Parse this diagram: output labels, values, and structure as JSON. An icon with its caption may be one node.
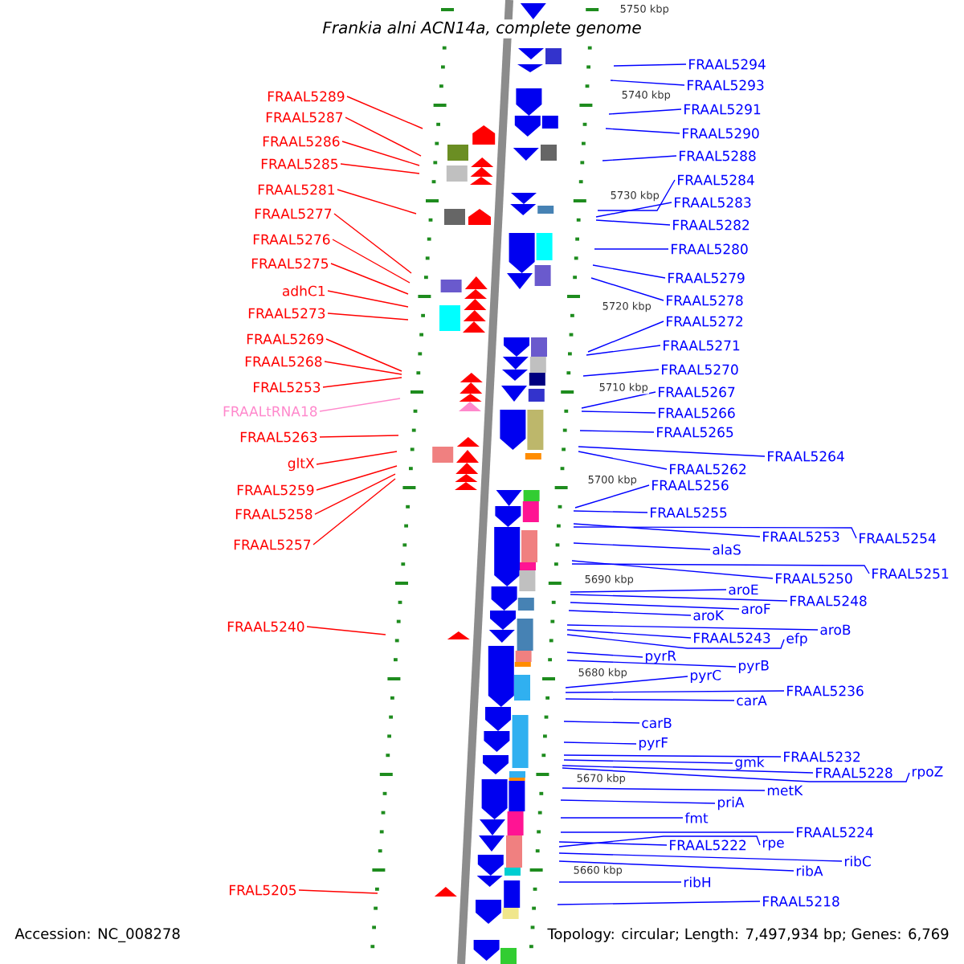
{
  "diagram": {
    "title": "Frankia alni ACN14a, complete genome",
    "nodes": [
      {
        "text": [
          "FRAAL5289"
        ]
      },
      {
        "text": [
          "FRAAL5287"
        ]
      },
      {
        "text": [
          "FRAAL5286"
        ]
      },
      {
        "text": [
          "FRAAL5285"
        ]
      },
      {
        "text": [
          "FRAAL5281"
        ]
      },
      {
        "text": [
          "FRAAL5277"
        ]
      },
      {
        "text": [
          "FRAAL5276"
        ]
      },
      {
        "text": [
          "FRAAL5275"
        ]
      },
      {
        "text": [
          "adhC1"
        ]
      },
      {
        "text": [
          "FRAAL5273"
        ]
      },
      {
        "text": [
          "FRAAL5269"
        ]
      },
      {
        "text": [
          "FRAAL5268"
        ]
      },
      {
        "text": [
          "FRAL5253"
        ]
      },
      {
        "text": [
          "FRAALtRNA18"
        ]
      },
      {
        "text": [
          "FRAAL5263"
        ]
      },
      {
        "text": [
          "gltX"
        ]
      },
      {
        "text": [
          "FRAAL5259"
        ]
      },
      {
        "text": [
          "FRAAL5258"
        ]
      },
      {
        "text": [
          "FRAAL5257"
        ]
      },
      {
        "text": [
          "FRAAL5240"
        ]
      },
      {
        "text": [
          "FRAL5205"
        ]
      },
      {
        "text": [
          "FRAAL5294"
        ]
      },
      {
        "text": [
          "FRAAL5293"
        ]
      },
      {
        "text": [
          "FRAAL5291"
        ]
      },
      {
        "text": [
          "FRAAL5290"
        ]
      },
      {
        "text": [
          "FRAAL5288"
        ]
      },
      {
        "text": [
          "FRAAL5284"
        ]
      },
      {
        "text": [
          "FRAAL5283"
        ]
      },
      {
        "text": [
          "FRAAL5282"
        ]
      },
      {
        "text": [
          "FRAAL5280"
        ]
      },
      {
        "text": [
          "FRAAL5279"
        ]
      },
      {
        "text": [
          "FRAAL5278"
        ]
      },
      {
        "text": [
          "FRAAL5272"
        ]
      },
      {
        "text": [
          "FRAAL5271"
        ]
      },
      {
        "text": [
          "FRAAL5270"
        ]
      },
      {
        "text": [
          "FRAAL5267"
        ]
      },
      {
        "text": [
          "FRAAL5266"
        ]
      },
      {
        "text": [
          "FRAAL5265"
        ]
      },
      {
        "text": [
          "FRAAL5264"
        ]
      },
      {
        "text": [
          "FRAAL5262"
        ]
      },
      {
        "text": [
          "FRAAL5256"
        ]
      },
      {
        "text": [
          "FRAAL5255"
        ]
      },
      {
        "text": [
          "FRAAL5253"
        ]
      },
      {
        "text": [
          "FRAAL5254"
        ]
      },
      {
        "text": [
          "alaS"
        ]
      },
      {
        "text": [
          "FRAAL5250"
        ]
      },
      {
        "text": [
          "FRAAL5251"
        ]
      },
      {
        "text": [
          "aroE"
        ]
      },
      {
        "text": [
          "FRAAL5248"
        ]
      },
      {
        "text": [
          "aroF"
        ]
      },
      {
        "text": [
          "aroK"
        ]
      },
      {
        "text": [
          "aroB"
        ]
      },
      {
        "text": [
          "FRAAL5243"
        ]
      },
      {
        "text": [
          "efp"
        ]
      },
      {
        "text": [
          "pyrR"
        ]
      },
      {
        "text": [
          "pyrB"
        ]
      },
      {
        "text": [
          "pyrC"
        ]
      },
      {
        "text": [
          "FRAAL5236"
        ]
      },
      {
        "text": [
          "carA"
        ]
      },
      {
        "text": [
          "carB"
        ]
      },
      {
        "text": [
          "pyrF"
        ]
      },
      {
        "text": [
          "FRAAL5232"
        ]
      },
      {
        "text": [
          "gmk"
        ]
      },
      {
        "text": [
          "FRAAL5228"
        ]
      },
      {
        "text": [
          "rpoZ"
        ]
      },
      {
        "text": [
          "metK"
        ]
      },
      {
        "text": [
          "priA"
        ]
      },
      {
        "text": [
          "fmt"
        ]
      },
      {
        "text": [
          "FRAAL5224"
        ]
      },
      {
        "text": [
          "FRAAL5222"
        ]
      },
      {
        "text": [
          "rpe"
        ]
      },
      {
        "text": [
          "ribC"
        ]
      },
      {
        "text": [
          "ribA"
        ]
      },
      {
        "text": [
          "ribH"
        ]
      },
      {
        "text": [
          "FRAAL5218"
        ]
      }
    ],
    "edges": [
      {
        "from": 0,
        "to": null,
        "arrow": "none",
        "color": "#ff0000"
      },
      {
        "from": 1,
        "to": null,
        "arrow": "none",
        "color": "#ff0000"
      },
      {
        "from": 2,
        "to": null,
        "arrow": "none",
        "color": "#ff0000"
      },
      {
        "from": 3,
        "to": null,
        "arrow": "none",
        "color": "#ff0000"
      },
      {
        "from": 4,
        "to": null,
        "arrow": "none",
        "color": "#ff0000"
      },
      {
        "from": 5,
        "to": null,
        "arrow": "none",
        "color": "#ff0000"
      },
      {
        "from": 6,
        "to": null,
        "arrow": "none",
        "color": "#ff0000"
      },
      {
        "from": 7,
        "to": null,
        "arrow": "none",
        "color": "#ff0000"
      },
      {
        "from": 8,
        "to": null,
        "arrow": "none",
        "color": "#ff0000"
      },
      {
        "from": 9,
        "to": null,
        "arrow": "none",
        "color": "#ff0000"
      },
      {
        "from": 10,
        "to": null,
        "arrow": "none",
        "color": "#ff0000"
      },
      {
        "from": 11,
        "to": null,
        "arrow": "none",
        "color": "#ff0000"
      },
      {
        "from": 12,
        "to": null,
        "arrow": "none",
        "color": "#ff0000"
      },
      {
        "from": 13,
        "to": null,
        "arrow": "none",
        "color": "#ff88cc"
      },
      {
        "from": 14,
        "to": null,
        "arrow": "none",
        "color": "#ff0000"
      },
      {
        "from": 15,
        "to": null,
        "arrow": "none",
        "color": "#ff0000"
      },
      {
        "from": 16,
        "to": null,
        "arrow": "none",
        "color": "#ff0000"
      },
      {
        "from": 17,
        "to": null,
        "arrow": "none",
        "color": "#ff0000"
      },
      {
        "from": 18,
        "to": null,
        "arrow": "none",
        "color": "#ff0000"
      },
      {
        "from": 19,
        "to": null,
        "arrow": "none",
        "color": "#ff0000"
      },
      {
        "from": 20,
        "to": null,
        "arrow": "none",
        "color": "#ff0000"
      },
      {
        "from": 21,
        "to": null,
        "arrow": "none"
      },
      {
        "from": 22,
        "to": null,
        "arrow": "none"
      },
      {
        "from": 23,
        "to": null,
        "arrow": "none"
      },
      {
        "from": 24,
        "to": null,
        "arrow": "none"
      },
      {
        "from": 25,
        "to": null,
        "arrow": "none"
      },
      {
        "from": 26,
        "to": null,
        "arrow": "none"
      },
      {
        "from": 27,
        "to": null,
        "arrow": "none"
      },
      {
        "from": 28,
        "to": null,
        "arrow": "none"
      },
      {
        "from": 29,
        "to": null,
        "arrow": "none"
      },
      {
        "from": 30,
        "to": null,
        "arrow": "none"
      },
      {
        "from": 31,
        "to": null,
        "arrow": "none"
      },
      {
        "from": 32,
        "to": null,
        "arrow": "none"
      },
      {
        "from": 33,
        "to": null,
        "arrow": "none"
      },
      {
        "from": 34,
        "to": null,
        "arrow": "none"
      },
      {
        "from": 35,
        "to": null,
        "arrow": "none"
      },
      {
        "from": 36,
        "to": null,
        "arrow": "none"
      },
      {
        "from": 37,
        "to": null,
        "arrow": "none"
      },
      {
        "from": 38,
        "to": null,
        "arrow": "none"
      },
      {
        "from": 39,
        "to": null,
        "arrow": "none"
      },
      {
        "from": 40,
        "to": null,
        "arrow": "none"
      },
      {
        "from": 41,
        "to": null,
        "arrow": "none"
      },
      {
        "from": 42,
        "to": null,
        "arrow": "none"
      },
      {
        "from": 43,
        "to": null,
        "arrow": "none"
      },
      {
        "from": 44,
        "to": null,
        "arrow": "none"
      },
      {
        "from": 45,
        "to": null,
        "arrow": "none"
      },
      {
        "from": 46,
        "to": null,
        "arrow": "none"
      },
      {
        "from": 47,
        "to": null,
        "arrow": "none"
      },
      {
        "from": 48,
        "to": null,
        "arrow": "none"
      },
      {
        "from": 49,
        "to": null,
        "arrow": "none"
      },
      {
        "from": 50,
        "to": null,
        "arrow": "none"
      },
      {
        "from": 51,
        "to": null,
        "arrow": "none"
      },
      {
        "from": 52,
        "to": null,
        "arrow": "none"
      },
      {
        "from": 53,
        "to": null,
        "arrow": "none"
      },
      {
        "from": 54,
        "to": null,
        "arrow": "none"
      },
      {
        "from": 55,
        "to": null,
        "arrow": "none"
      },
      {
        "from": 56,
        "to": null,
        "arrow": "none"
      },
      {
        "from": 57,
        "to": null,
        "arrow": "none"
      },
      {
        "from": 58,
        "to": null,
        "arrow": "none"
      },
      {
        "from": 59,
        "to": null,
        "arrow": "none"
      },
      {
        "from": 60,
        "to": null,
        "arrow": "none"
      },
      {
        "from": 61,
        "to": null,
        "arrow": "none"
      },
      {
        "from": 62,
        "to": null,
        "arrow": "none"
      },
      {
        "from": 63,
        "to": null,
        "arrow": "none"
      },
      {
        "from": 64,
        "to": null,
        "arrow": "none"
      },
      {
        "from": 65,
        "to": null,
        "arrow": "none"
      },
      {
        "from": 66,
        "to": null,
        "arrow": "none"
      },
      {
        "from": 67,
        "to": null,
        "arrow": "none"
      },
      {
        "from": 68,
        "to": null,
        "arrow": "none"
      },
      {
        "from": 69,
        "to": null,
        "arrow": "none"
      },
      {
        "from": 70,
        "to": null,
        "arrow": "none"
      },
      {
        "from": 71,
        "to": null,
        "arrow": "none"
      },
      {
        "from": 72,
        "to": null,
        "arrow": "none"
      },
      {
        "from": 73,
        "to": null,
        "arrow": "none"
      },
      {
        "from": 74,
        "to": null,
        "arrow": "none"
      }
    ],
    "labels": [
      "5750 kbp",
      "5740 kbp",
      "5730 kbp",
      "5720 kbp",
      "5710 kbp",
      "5700 kbp",
      "5690 kbp",
      "5680 kbp",
      "5670 kbp",
      "5660 kbp",
      "Accession: NC_008278",
      "Topology: circular; Length: 7,497,934 bp; Genes: 6,769"
    ]
  }
}
